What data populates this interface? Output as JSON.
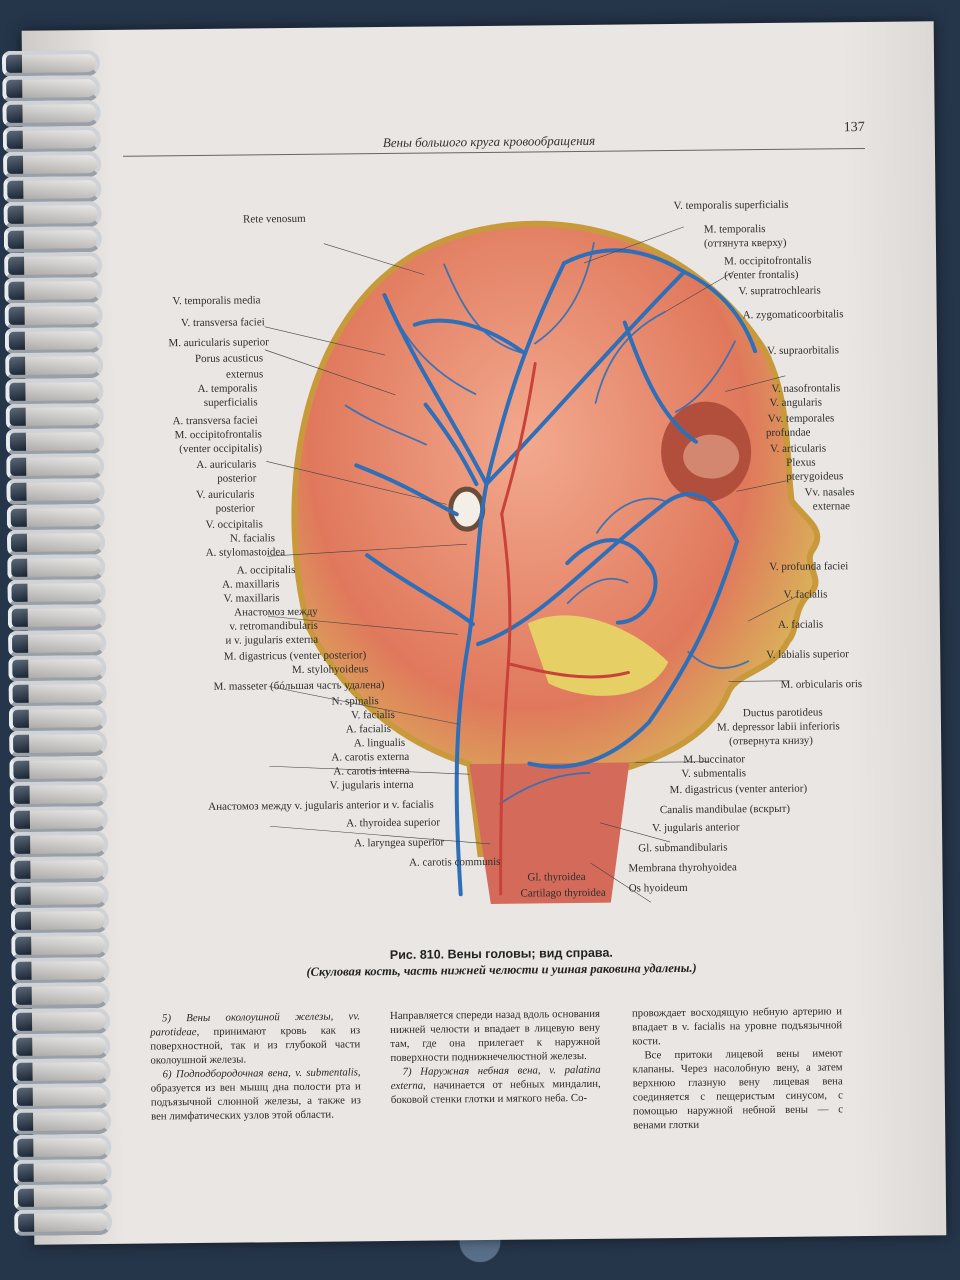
{
  "header": {
    "title": "Вены большого круга кровообращения",
    "page_number": "137"
  },
  "labels_left": [
    "Rete venosum",
    "V. temporalis media",
    "V. transversa faciei",
    "M. auricularis superior",
    "Porus acusticus",
    "externus",
    "A. temporalis",
    "superficialis",
    "A. transversa faciei",
    "M. occipitofrontalis",
    "(venter occipitalis)",
    "A. auricularis",
    "posterior",
    "V. auricularis",
    "posterior",
    "V. occipitalis",
    "N. facialis",
    "A. stylomastoidea",
    "A. occipitalis",
    "A. maxillaris",
    "V. maxillaris",
    "Анастомоз между",
    "v. retromandibularis",
    "и v. jugularis externa",
    "M. digastricus (venter posterior)",
    "M. stylohyoideus",
    "M. masseter (бóльшая часть удалена)",
    "N. spinalis",
    "V. facialis",
    "A. facialis",
    "A. lingualis",
    "A. carotis externa",
    "A. carotis interna",
    "V. jugularis interna",
    "Анастомоз между v. jugularis anterior и v. facialis",
    "A. thyroidea superior",
    "A. laryngea superior",
    "A. carotis communis",
    "Gl. thyroidea",
    "Cartilago thyroidea"
  ],
  "labels_right": [
    "V. temporalis superficialis",
    "M. temporalis",
    "(оттянута кверху)",
    "M. occipitofrontalis",
    "(venter frontalis)",
    "V. supratrochlearis",
    "A. zygomaticoorbitalis",
    "V. supraorbitalis",
    "V. nasofrontalis",
    "V. angularis",
    "Vv. temporales",
    "profundae",
    "V. articularis",
    "Plexus",
    "pterygoideus",
    "Vv. nasales",
    "externae",
    "V. profunda faciei",
    "V. facialis",
    "A. facialis",
    "V. labialis superior",
    "M. orbicularis oris",
    "Ductus parotideus",
    "M. depressor labii inferioris",
    "(отвернута книзу)",
    "M. buccinator",
    "V. submentalis",
    "M. digastricus (venter anterior)",
    "Canalis mandibulae (вскрыт)",
    "V. jugularis anterior",
    "Gl. submandibularis",
    "Membrana thyrohyoidea",
    "Os hyoideum"
  ],
  "caption": {
    "line1_bold": "Рис. 810. Вены головы; вид справа.",
    "line2": "(Скуловая кость, часть нижней челюсти и ушная раковина удалены.)"
  },
  "columns": {
    "col1_p1_italic": "5) Вены околоушной железы, vv. parotideae",
    "col1_p1_rest": ", принимают кровь как из поверхностной, так и из глубокой части околоушной железы.",
    "col1_p2_italic": "6) Подподбородочная вена, v. submentalis",
    "col1_p2_rest": ", образуется из вен мышц дна полости рта и подъязычной слюнной железы, а также из вен лимфатических узлов этой области.",
    "col2_p1": "Направляется спереди назад вдоль основания нижней челюсти и впадает в лицевую вену там, где она прилегает к наружной поверхности поднижнечелюстной железы.",
    "col2_p2_italic": "7) Наружная небная вена, v. palatina externa",
    "col2_p2_rest": ", начинается от небных миндалин, боковой стенки глотки и мягкого неба. Со-",
    "col3_p1": "провождает восходящую небную артерию и впадает в v. facialis на уровне подъязычной кости.",
    "col3_p2": "Все притоки лицевой вены имеют клапаны. Через насолобную вену, а затем верхнюю глазную вену лицевая вена соединяется с пещеристым синусом, с помощью наружной небной вены — с венами глотки"
  },
  "colors": {
    "vein": "#2f6fb8",
    "artery": "#c9423a",
    "muscle": "#e2876a",
    "fat": "#e9cf6a",
    "page": "#e9e6e3"
  }
}
